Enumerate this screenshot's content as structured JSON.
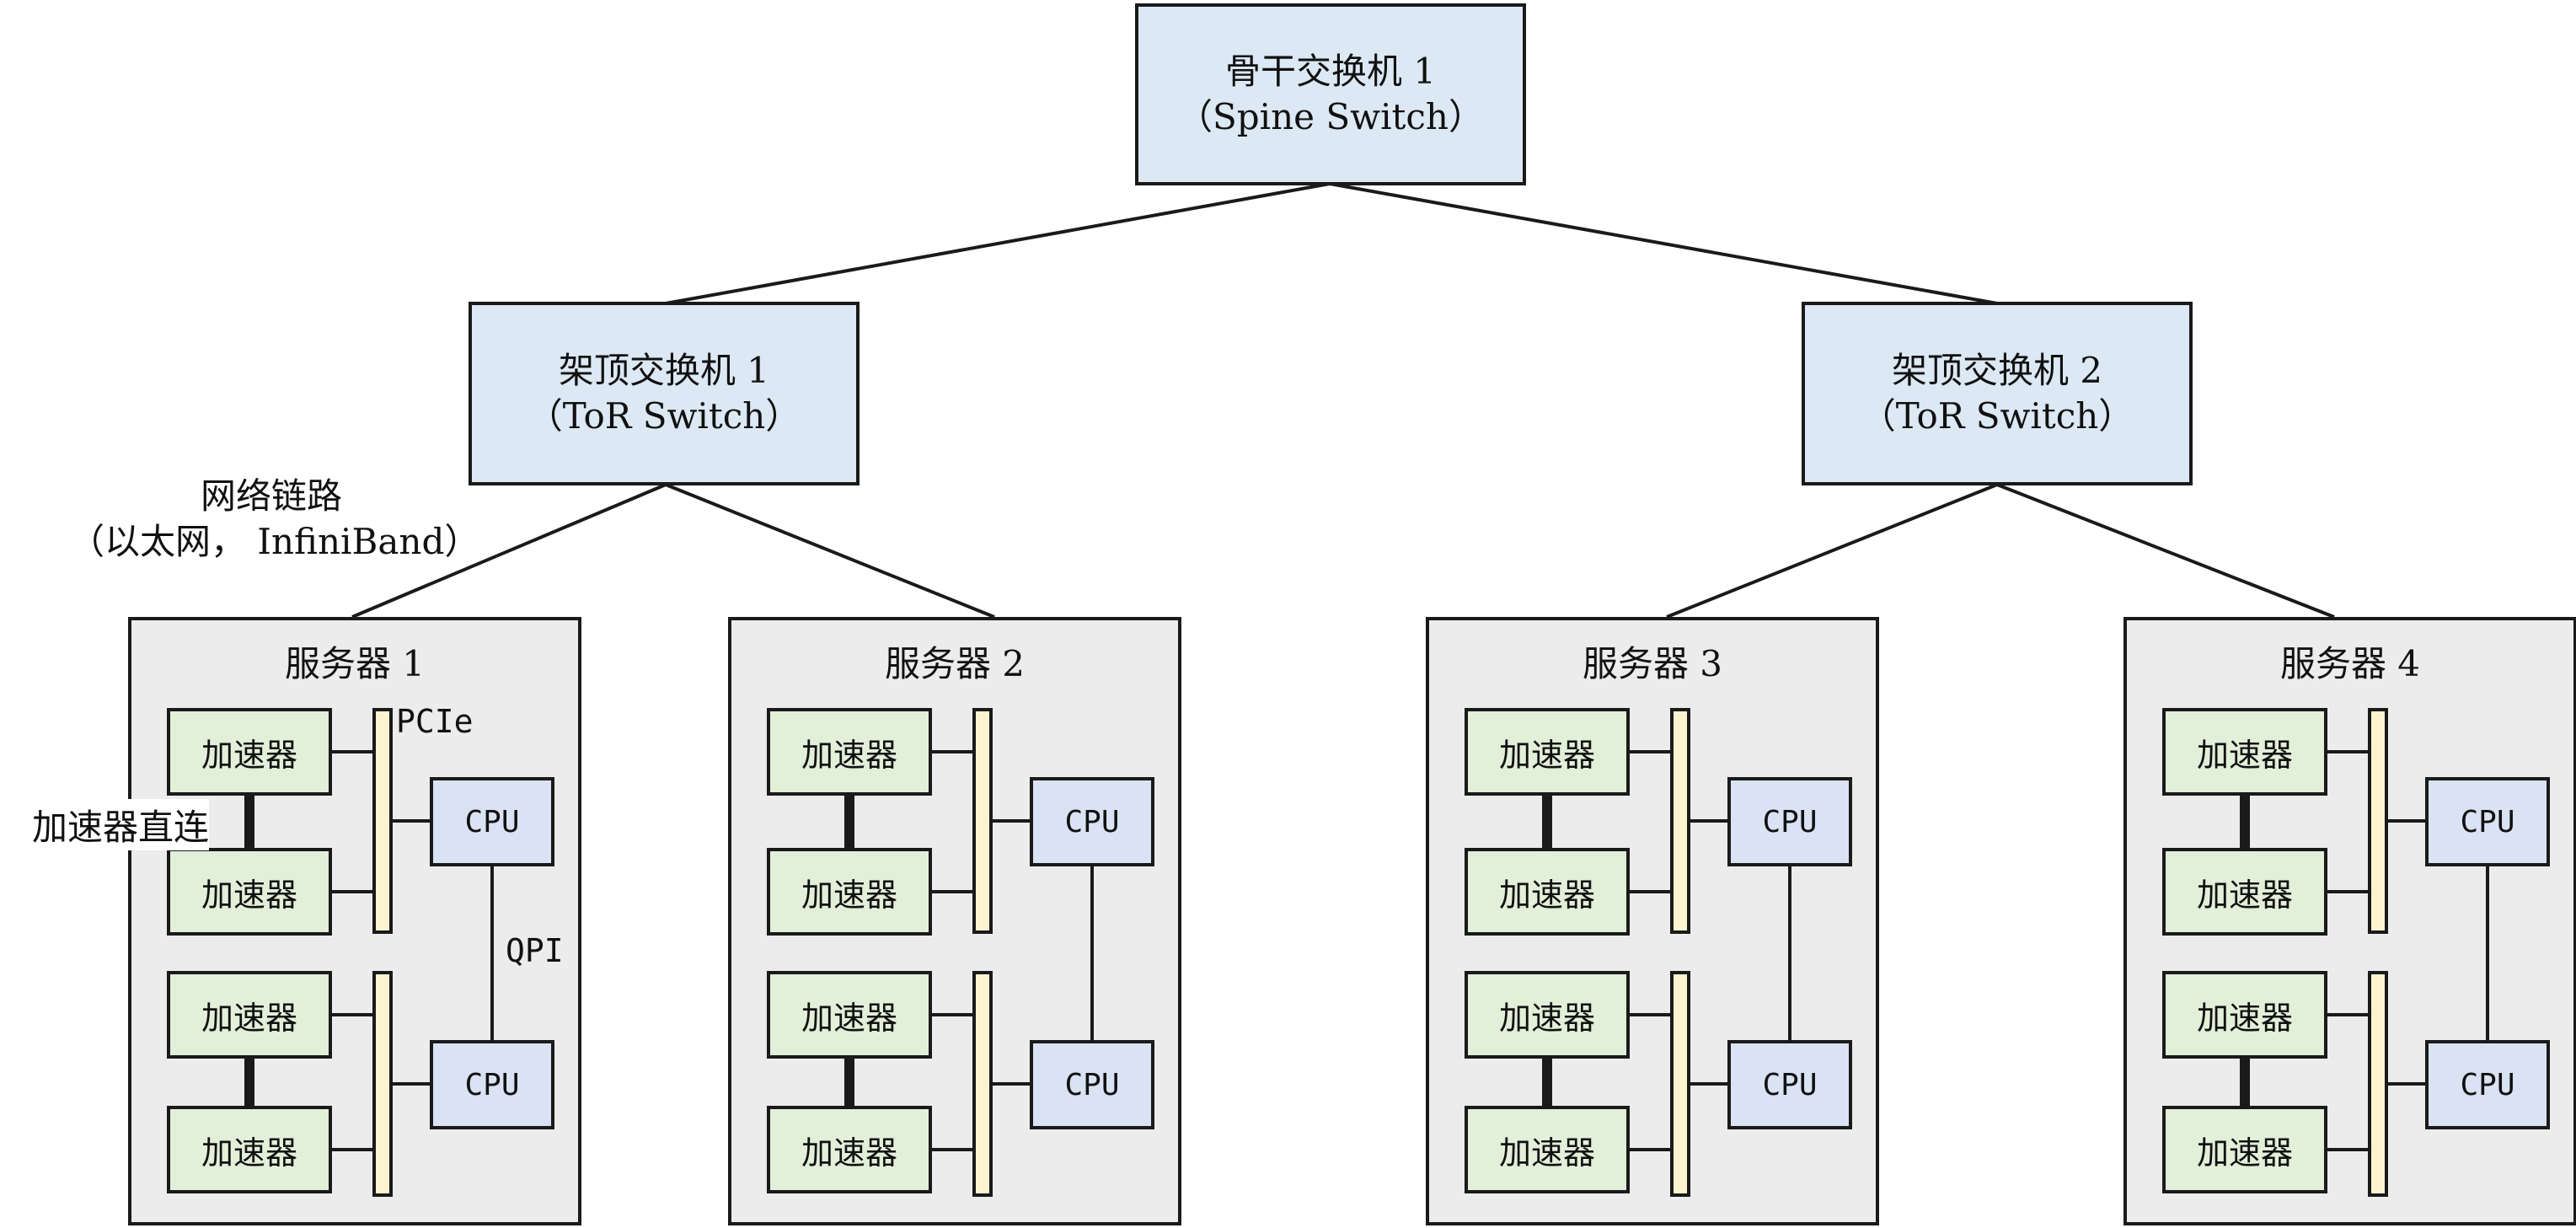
{
  "spine": {
    "name": "骨干交换机 1",
    "sub": "（Spine Switch）"
  },
  "tor": [
    {
      "name": "架顶交换机 1",
      "sub": "（ToR Switch）"
    },
    {
      "name": "架顶交换机 2",
      "sub": "（ToR Switch）"
    }
  ],
  "servers": [
    {
      "title": "服务器 1"
    },
    {
      "title": "服务器 2"
    },
    {
      "title": "服务器 3"
    },
    {
      "title": "服务器 4"
    }
  ],
  "components": {
    "accelerator": "加速器",
    "cpu": "CPU"
  },
  "labels": {
    "network_line1": "网络链路",
    "network_line2": "（以太网， InfiniBand）",
    "pcie": "PCIe",
    "direct": "加速器直连",
    "qpi": "QPI"
  },
  "colors": {
    "switch_fill": "#dce8f4",
    "server_fill": "#ececec",
    "accelerator_fill": "#e2efd9",
    "bus_fill": "#fdf3cf",
    "cpu_fill": "#dae3f3",
    "stroke": "#1a1a1a"
  }
}
